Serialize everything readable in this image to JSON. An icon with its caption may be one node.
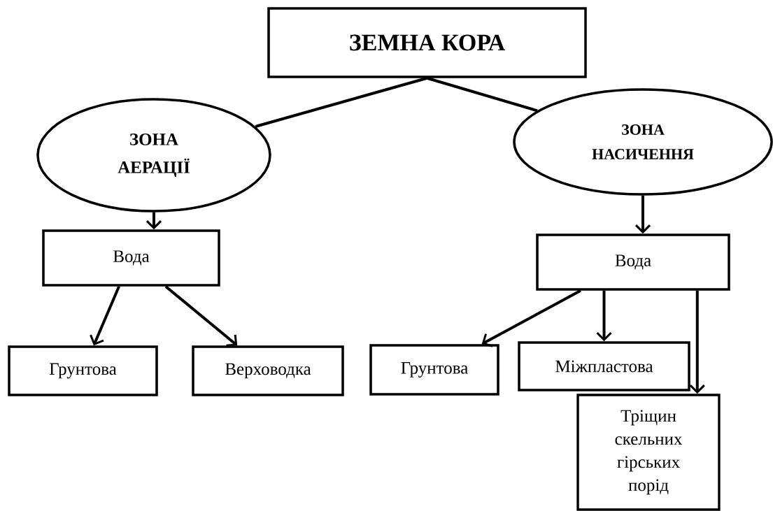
{
  "diagram": {
    "nodes": [
      {
        "text": [
          "ЗЕМНА КОРА"
        ]
      },
      {
        "text": [
          "ЗОНА АЕРАЦІЇ"
        ]
      },
      {
        "text": [
          "ЗОНА НАСИЧЕННЯ"
        ]
      },
      {
        "text": [
          "Вода"
        ]
      },
      {
        "text": [
          "Вода"
        ]
      },
      {
        "text": [
          "Грунтова"
        ]
      },
      {
        "text": [
          "Верховодка"
        ]
      },
      {
        "text": [
          "Грунтова"
        ]
      },
      {
        "text": [
          "Міжпластова"
        ]
      },
      {
        "text": [
          "Тріщин скельних гірських порід"
        ]
      }
    ],
    "edges": [
      {
        "from": 0,
        "to": 1,
        "arrow": "none"
      },
      {
        "from": 0,
        "to": 2,
        "arrow": "none"
      },
      {
        "from": 1,
        "to": 3,
        "arrow": "to"
      },
      {
        "from": 2,
        "to": 4,
        "arrow": "to"
      },
      {
        "from": 3,
        "to": 5,
        "arrow": "to"
      },
      {
        "from": 3,
        "to": 6,
        "arrow": "to"
      },
      {
        "from": 4,
        "to": 7,
        "arrow": "to"
      },
      {
        "from": 4,
        "to": 8,
        "arrow": "to"
      },
      {
        "from": 4,
        "to": 9,
        "arrow": "to"
      }
    ]
  }
}
